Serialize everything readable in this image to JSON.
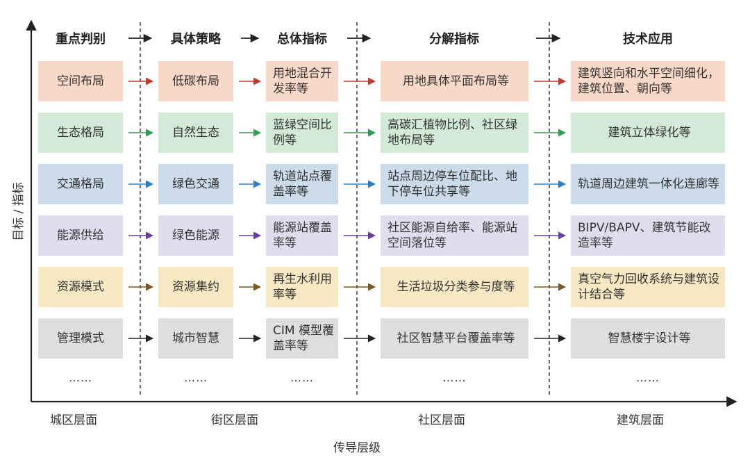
{
  "axes": {
    "y_label": "目标 / 指标",
    "x_label": "传导层级"
  },
  "headers": [
    "重点判别",
    "具体策略",
    "总体指标",
    "分解指标",
    "技术应用"
  ],
  "levels": [
    "城区层面",
    "街区层面",
    "社区层面",
    "建筑层面"
  ],
  "ellipsis": "……",
  "rows": [
    {
      "color": "#f8d9c7",
      "arrow": "#c0392b",
      "cells": [
        "空间布局",
        "低碳布局",
        "用地混合开发率等",
        "用地具体平面布局等",
        "建筑竖向和水平空间细化，建筑位置、朝向等"
      ]
    },
    {
      "color": "#d3ead7",
      "arrow": "#2e9d55",
      "cells": [
        "生态格局",
        "自然生态",
        "蓝绿空间比例等",
        "高碳汇植物比例、社区绿地布局等",
        "建筑立体绿化等"
      ]
    },
    {
      "color": "#cbdbea",
      "arrow": "#2f7fbf",
      "cells": [
        "交通格局",
        "绿色交通",
        "轨道站点覆盖率等",
        "站点周边停车位配比、地下停车位共享等",
        "轨道周边建筑一体化连廊等"
      ]
    },
    {
      "color": "#e2dcef",
      "arrow": "#6b3fa0",
      "cells": [
        "能源供给",
        "绿色能源",
        "能源站覆盖率等",
        "社区能源自给率、能源站空间落位等",
        "BIPV/BAPV、建筑节能改造率等"
      ]
    },
    {
      "color": "#f5e8c2",
      "arrow": "#7a5a1e",
      "cells": [
        "资源模式",
        "资源集约",
        "再生水利用率等",
        "生活垃圾分类参与度等",
        "真空气力回收系统与建筑设计结合等"
      ]
    },
    {
      "color": "#dedede",
      "arrow": "#222222",
      "cells": [
        "管理模式",
        "城市智慧",
        "CIM 模型覆盖率等",
        "社区智慧平台覆盖率等",
        "智慧楼宇设计等"
      ]
    }
  ],
  "colors": {
    "axis": "#222222",
    "divider": "#333333",
    "header_arrow": "#222222"
  }
}
